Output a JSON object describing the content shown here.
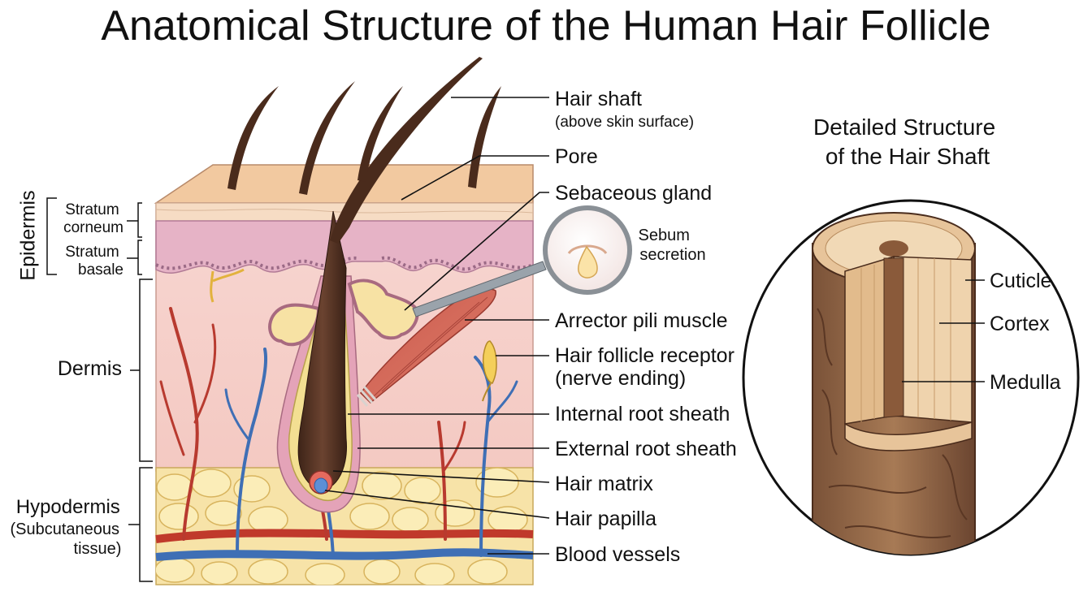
{
  "title": "Anatomical Structure of the Human Hair Follicle",
  "layers": {
    "epidermis": "Epidermis",
    "stratum_corneum": [
      "Stratum",
      "corneum"
    ],
    "stratum_basale": [
      "Stratum",
      "basale"
    ],
    "dermis": "Dermis",
    "hypodermis": [
      "Hypodermis",
      "(Subcutaneous",
      "tissue)"
    ]
  },
  "callouts": {
    "hair_shaft": [
      "Hair shaft",
      "(above skin surface)"
    ],
    "pore": "Pore",
    "sebaceous_gland": "Sebaceous gland",
    "sebum_secretion": [
      "Sebum",
      "secretion"
    ],
    "arrector_pili": "Arrector pili muscle",
    "follicle_receptor": [
      "Hair follicle receptor",
      "(nerve ending)"
    ],
    "internal_root_sheath": "Internal root sheath",
    "external_root_sheath": "External root sheath",
    "hair_matrix": "Hair matrix",
    "hair_papilla": "Hair papilla",
    "blood_vessels": "Blood vessels"
  },
  "inset": {
    "title": [
      "Detailed Structure",
      "of the Hair Shaft"
    ],
    "cuticle": "Cuticle",
    "cortex": "Cortex",
    "medulla": "Medulla"
  }
}
